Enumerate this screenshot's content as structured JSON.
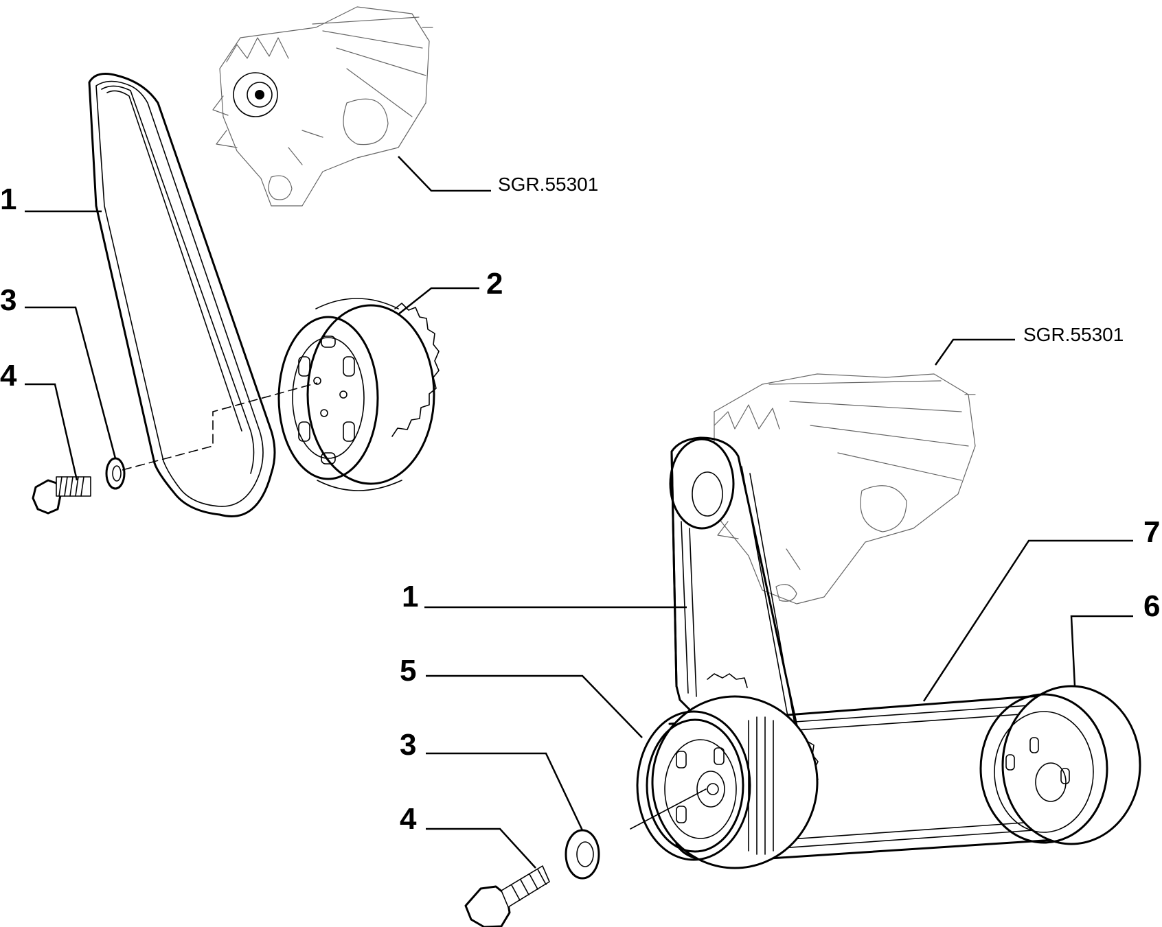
{
  "diagram": {
    "labels": {
      "top_belt": "1",
      "top_pulley": "2",
      "top_washer": "3",
      "top_bolt": "4",
      "top_alternator_ref": "SGR.55301",
      "bottom_alternator_ref": "SGR.55301",
      "bottom_belt": "1",
      "bottom_pulley": "5",
      "bottom_washer": "3",
      "bottom_bolt": "4",
      "bottom_second_belt": "7",
      "bottom_idler_pulley": "6"
    }
  }
}
